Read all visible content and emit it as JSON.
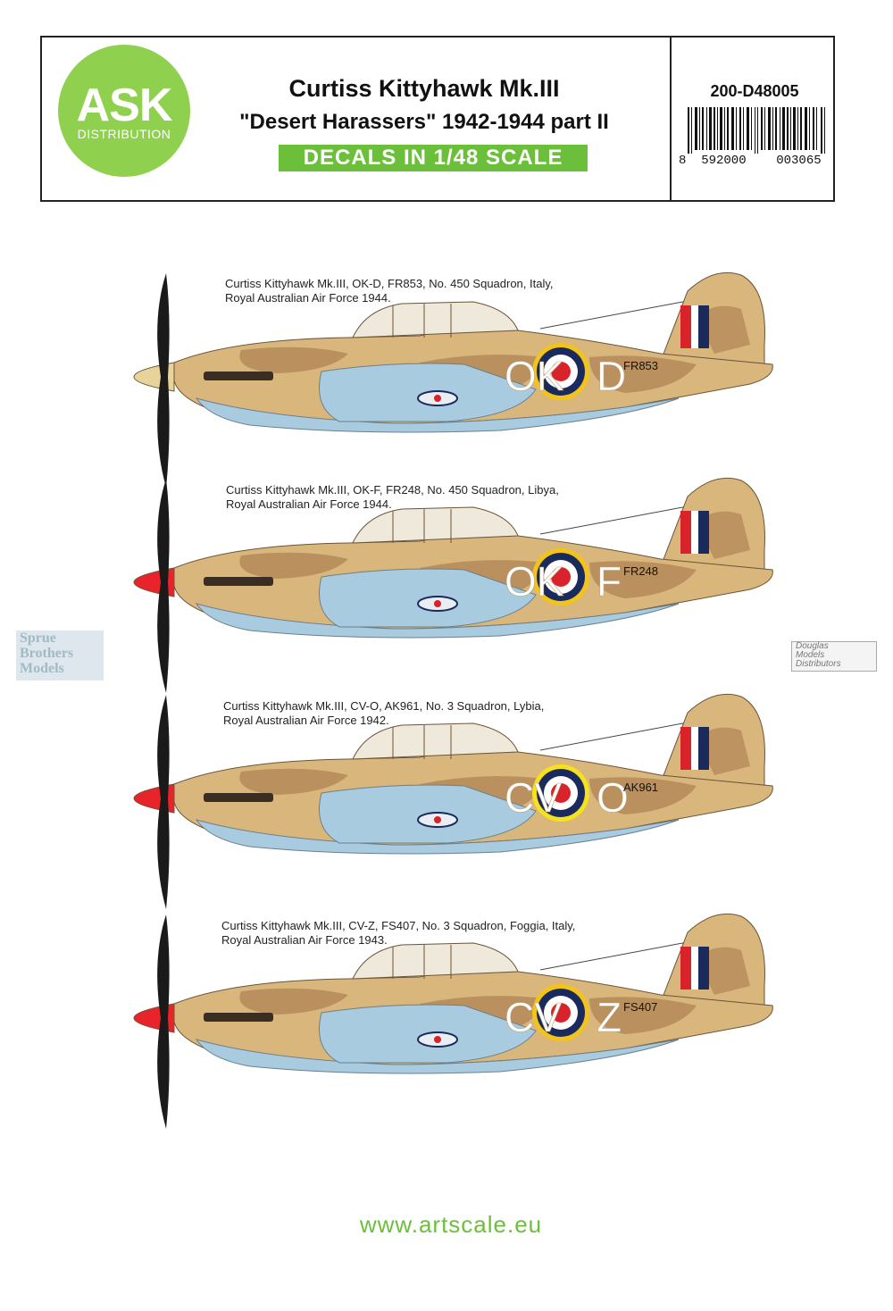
{
  "header": {
    "logo_main": "ASK",
    "logo_sub": "DISTRIBUTION",
    "title": "Curtiss Kittyhawk Mk.III",
    "subtitle": "\"Desert Harassers\" 1942-1944 part II",
    "scale_banner": "DECALS IN 1/48 SCALE",
    "product_code": "200-D48005",
    "barcode_digits": "8  592000    003065"
  },
  "profiles": [
    {
      "caption_line1": "Curtiss Kittyhawk Mk.III, OK-D, FR853, No. 450 Squadron, Italy,",
      "caption_line2": "Royal Australian Air Force 1944.",
      "code_left": "OK",
      "code_right": "D",
      "serial": "FR853",
      "spinner": "#e8d49a",
      "roundel_ring": "#f2c41a"
    },
    {
      "caption_line1": "Curtiss Kittyhawk Mk.III, OK-F, FR248, No. 450 Squadron, Libya,",
      "caption_line2": "Royal Australian Air Force 1944.",
      "code_left": "OK",
      "code_right": "F",
      "serial": "FR248",
      "spinner": "#e8242a",
      "roundel_ring": "#f2c41a"
    },
    {
      "caption_line1": "Curtiss Kittyhawk Mk.III, CV-O, AK961, No.  3 Squadron, Lybia,",
      "caption_line2": "Royal Australian Air Force 1942.",
      "code_left": "CV",
      "code_right": "O",
      "serial": "AK961",
      "spinner": "#e8242a",
      "roundel_ring": "#f5e21c"
    },
    {
      "caption_line1": "Curtiss Kittyhawk Mk.III, CV-Z, FS407, No. 3 Squadron, Foggia, Italy,",
      "caption_line2": "Royal Australian Air Force 1943.",
      "code_left": "CV",
      "code_right": "Z",
      "serial": "FS407",
      "spinner": "#e8242a",
      "roundel_ring": "#f2c41a"
    }
  ],
  "watermark_left": [
    "Sprue",
    "Brothers",
    "Models"
  ],
  "watermark_right": [
    "Douglas",
    "Models",
    "Distributors"
  ],
  "website": "www.artscale.eu",
  "colors": {
    "accent_green": "#6cbf3b",
    "logo_green": "#8fd14f",
    "desert_sand": "#d9b77c",
    "desert_brown": "#b48a5a",
    "underside_blue": "#a9cbe0",
    "roundel_blue": "#1b2a5c",
    "roundel_red": "#d8232a"
  }
}
